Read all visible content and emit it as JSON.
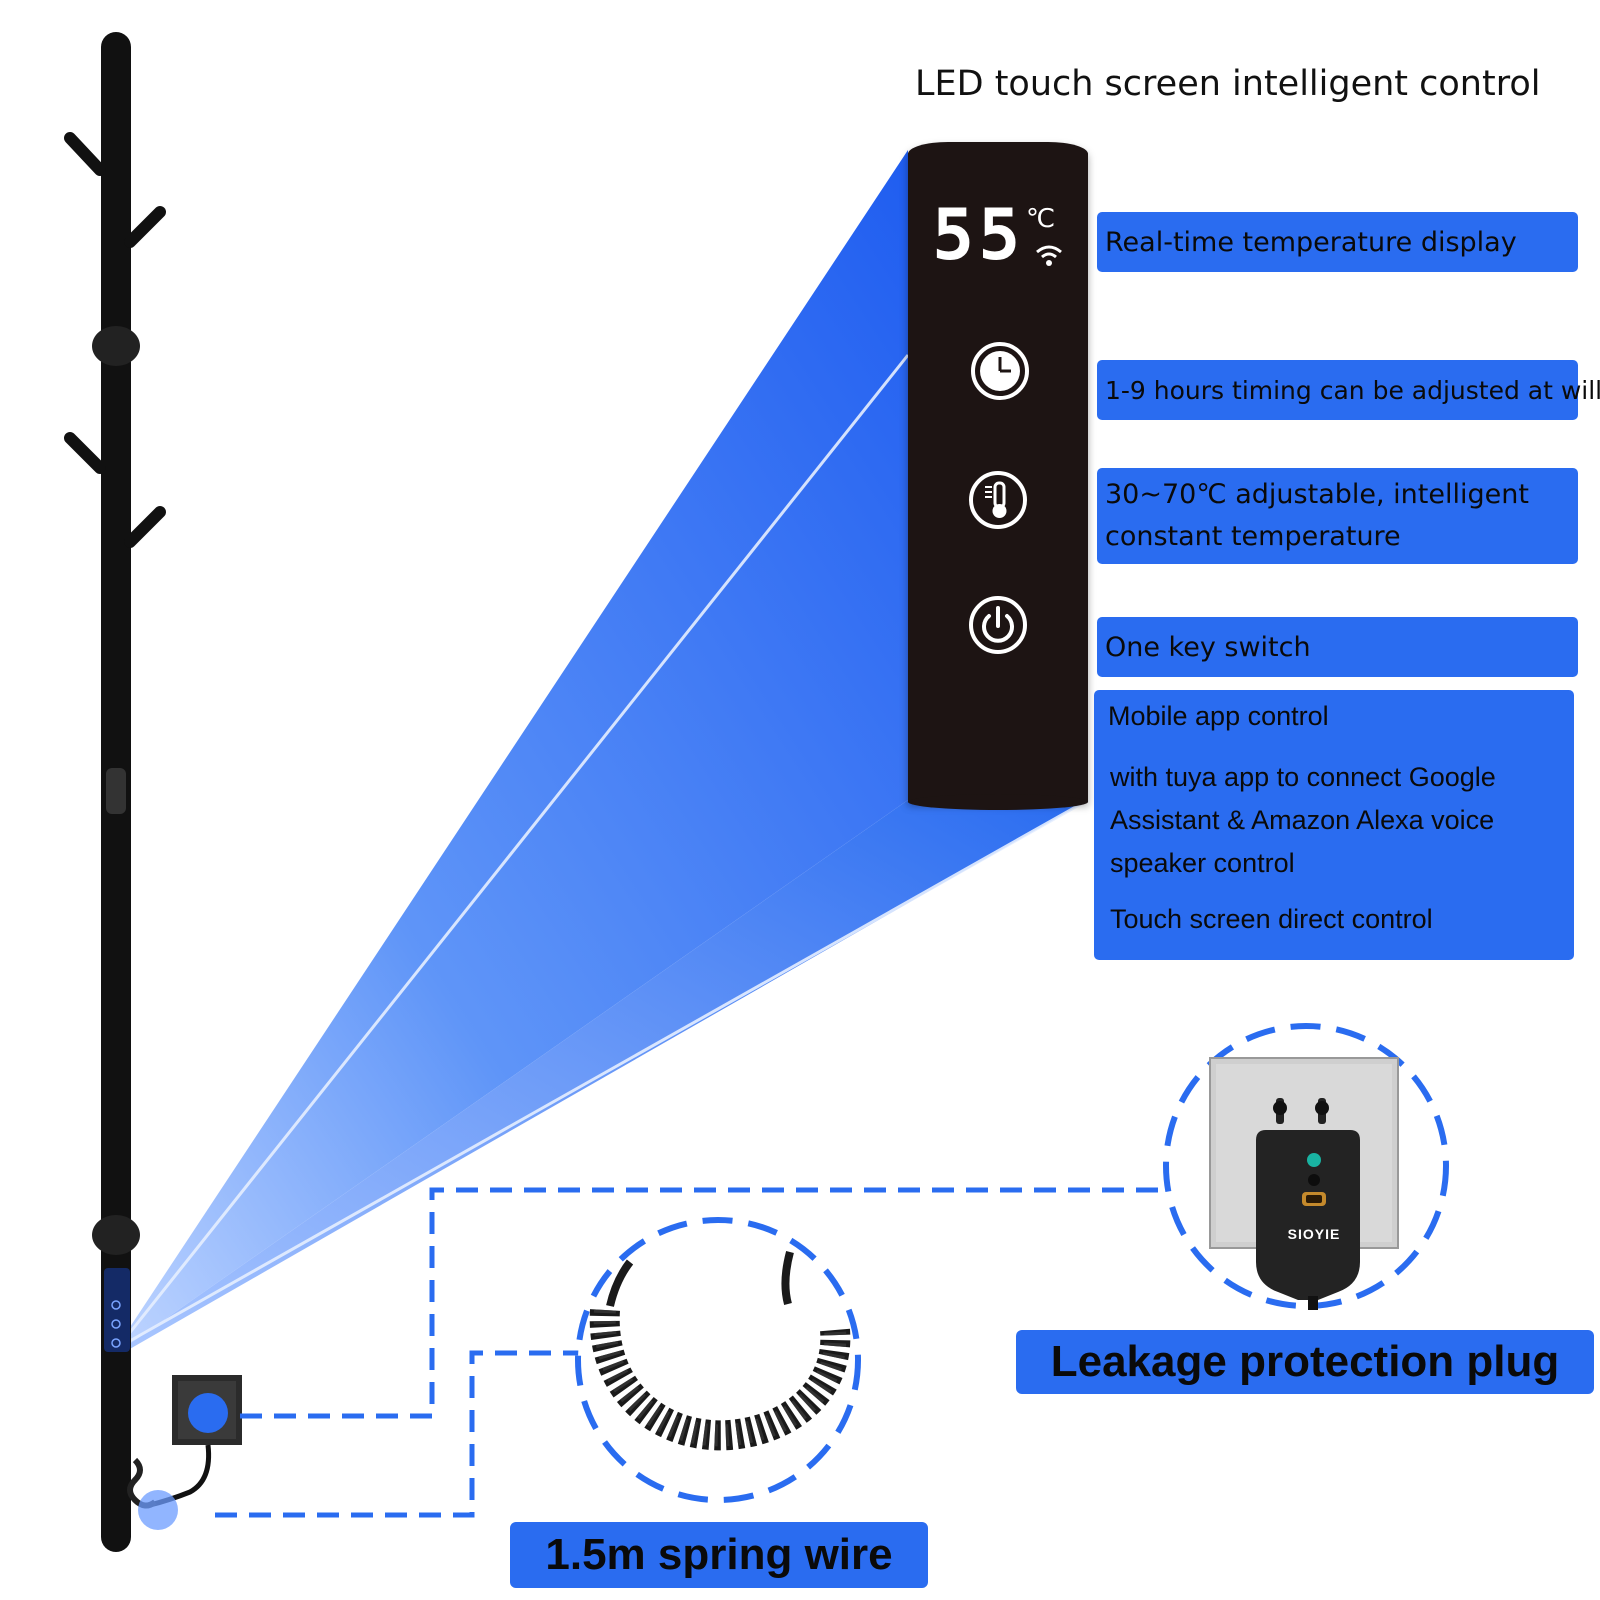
{
  "headline": "LED touch screen intelligent control",
  "panel": {
    "temperature": "55",
    "unit": "℃",
    "icons": [
      "wifi-icon",
      "clock-icon",
      "thermometer-icon",
      "power-icon"
    ]
  },
  "features": {
    "temp_display": "Real-time temperature display",
    "timing": "1-9 hours timing can be adjusted at will",
    "adjustable_line1": "30~70℃ adjustable, intelligent",
    "adjustable_line2": "constant temperature",
    "switch": "One key switch",
    "app_title": "Mobile app control",
    "app_desc_line1": "with tuya app to connect Google",
    "app_desc_line2": "Assistant & Amazon Alexa voice",
    "app_desc_line3": "speaker control",
    "touch": "Touch screen direct control"
  },
  "labels": {
    "plug": "Leakage protection plug",
    "wire": "1.5m spring wire",
    "brand": "SIOYIE"
  },
  "colors": {
    "accent": "#2a6cf0",
    "panel": "#1d1413",
    "rail": "#111111"
  }
}
